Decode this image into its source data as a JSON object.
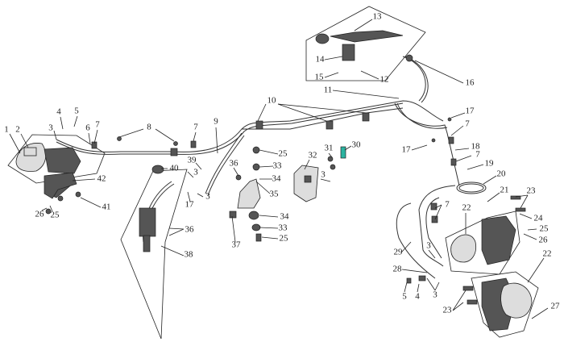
{
  "title": "Brake system exploded parts diagram",
  "labels": [
    "1",
    "2",
    "3",
    "4",
    "5",
    "6",
    "7",
    "8",
    "7",
    "9",
    "10",
    "11",
    "12",
    "13",
    "14",
    "15",
    "16",
    "17",
    "7",
    "17",
    "18",
    "7",
    "19",
    "20",
    "21",
    "22",
    "23",
    "24",
    "25",
    "26",
    "22",
    "27",
    "28",
    "29",
    "3",
    "3",
    "5",
    "4",
    "23",
    "7",
    "3",
    "3",
    "39",
    "40",
    "17",
    "36",
    "33",
    "34",
    "35",
    "25",
    "32",
    "31",
    "30",
    "3",
    "34",
    "33",
    "25",
    "37",
    "36",
    "38",
    "41",
    "42",
    "26",
    "25"
  ],
  "colors": {
    "line": "#222222",
    "highlight": "#2bb3a0"
  }
}
